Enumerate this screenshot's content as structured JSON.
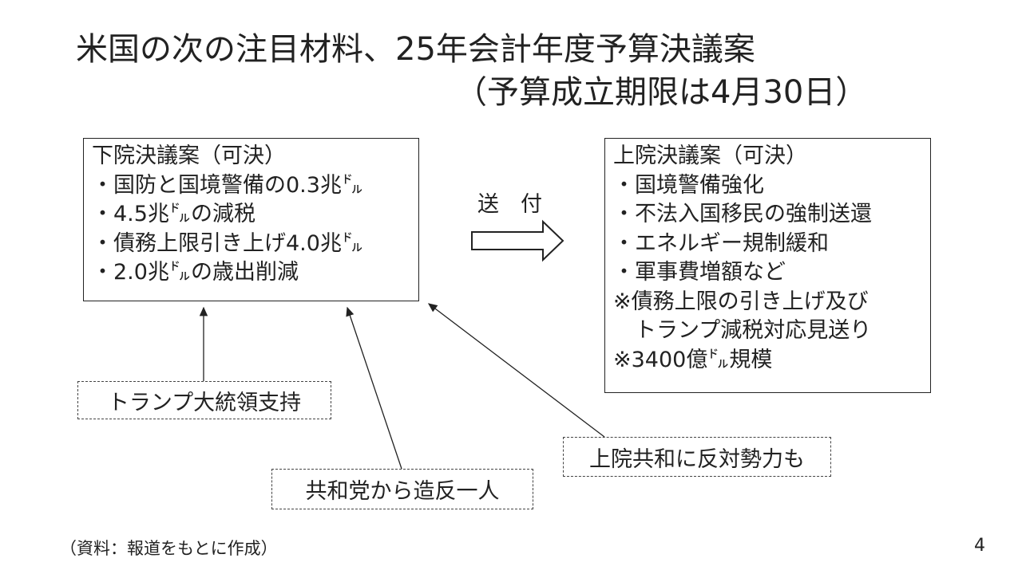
{
  "title": {
    "line1": "米国の次の注目材料、25年会計年度予算決議案",
    "line2": "（予算成立期限は4月30日）"
  },
  "house_box": {
    "heading": "下院決議案（可決）",
    "items": [
      "・国防と国境警備の0.3兆㌦",
      "・4.5兆㌦の減税",
      "・債務上限引き上げ4.0兆㌦",
      "・2.0兆㌦の歳出削減"
    ]
  },
  "transfer_label": "送　付",
  "senate_box": {
    "heading": "上院決議案（可決）",
    "items": [
      "・国境警備強化",
      "・不法入国移民の強制送還",
      "・エネルギー規制緩和",
      "・軍事費増額など",
      "※債務上限の引き上げ及び",
      "　トランプ減税対応見送り",
      "※3400億㌦規模"
    ]
  },
  "callouts": {
    "trump": "トランプ大統領支持",
    "defector": "共和党から造反一人",
    "opposition": "上院共和に反対勢力も"
  },
  "footer": {
    "source": "（資料：報道をもとに作成）",
    "page_number": "4"
  }
}
